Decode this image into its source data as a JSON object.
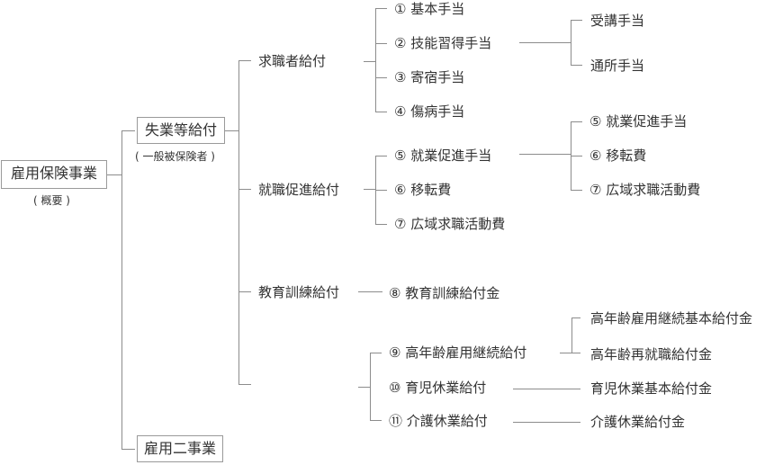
{
  "root": {
    "label": "雇用保険事業",
    "note": "( 概要 )"
  },
  "level1": [
    {
      "label": "失業等給付",
      "note": "( 一般被保険者 )"
    },
    {
      "label": "雇用二事業"
    }
  ],
  "level2": [
    {
      "label": "求職者給付"
    },
    {
      "label": "就職促進給付"
    },
    {
      "label": "教育訓練給付"
    },
    {
      "label": ""
    }
  ],
  "jobseeker_items": [
    {
      "label": "① 基本手当"
    },
    {
      "label": "② 技能習得手当"
    },
    {
      "label": "③ 寄宿手当"
    },
    {
      "label": "④ 傷病手当"
    }
  ],
  "skill_allowance_items": [
    {
      "label": "受講手当"
    },
    {
      "label": "通所手当"
    }
  ],
  "promotion_items": [
    {
      "label": "⑤ 就業促進手当"
    },
    {
      "label": "⑥ 移転費"
    },
    {
      "label": "⑦ 広域求職活動費"
    }
  ],
  "promotion_sub_items": [
    {
      "label": "⑤ 就業促進手当"
    },
    {
      "label": "⑥ 移転費"
    },
    {
      "label": "⑦ 広域求職活動費"
    }
  ],
  "education_items": [
    {
      "label": "⑧ 教育訓練給付金"
    }
  ],
  "continuation_items": [
    {
      "label": "⑨ 高年齢雇用継続給付"
    },
    {
      "label": "⑩ 育児休業給付"
    },
    {
      "label": "⑪ 介護休業給付"
    }
  ],
  "elderly_sub_items": [
    {
      "label": "高年齢雇用継続基本給付金"
    },
    {
      "label": "高年齢再就職給付金"
    }
  ],
  "childcare_sub_items": [
    {
      "label": "育児休業基本給付金"
    }
  ],
  "nursing_sub_items": [
    {
      "label": "介護休業給付金"
    }
  ],
  "colors": {
    "line": "#8c8c8c",
    "text": "#333333",
    "box_border": "#9a9a9a"
  }
}
